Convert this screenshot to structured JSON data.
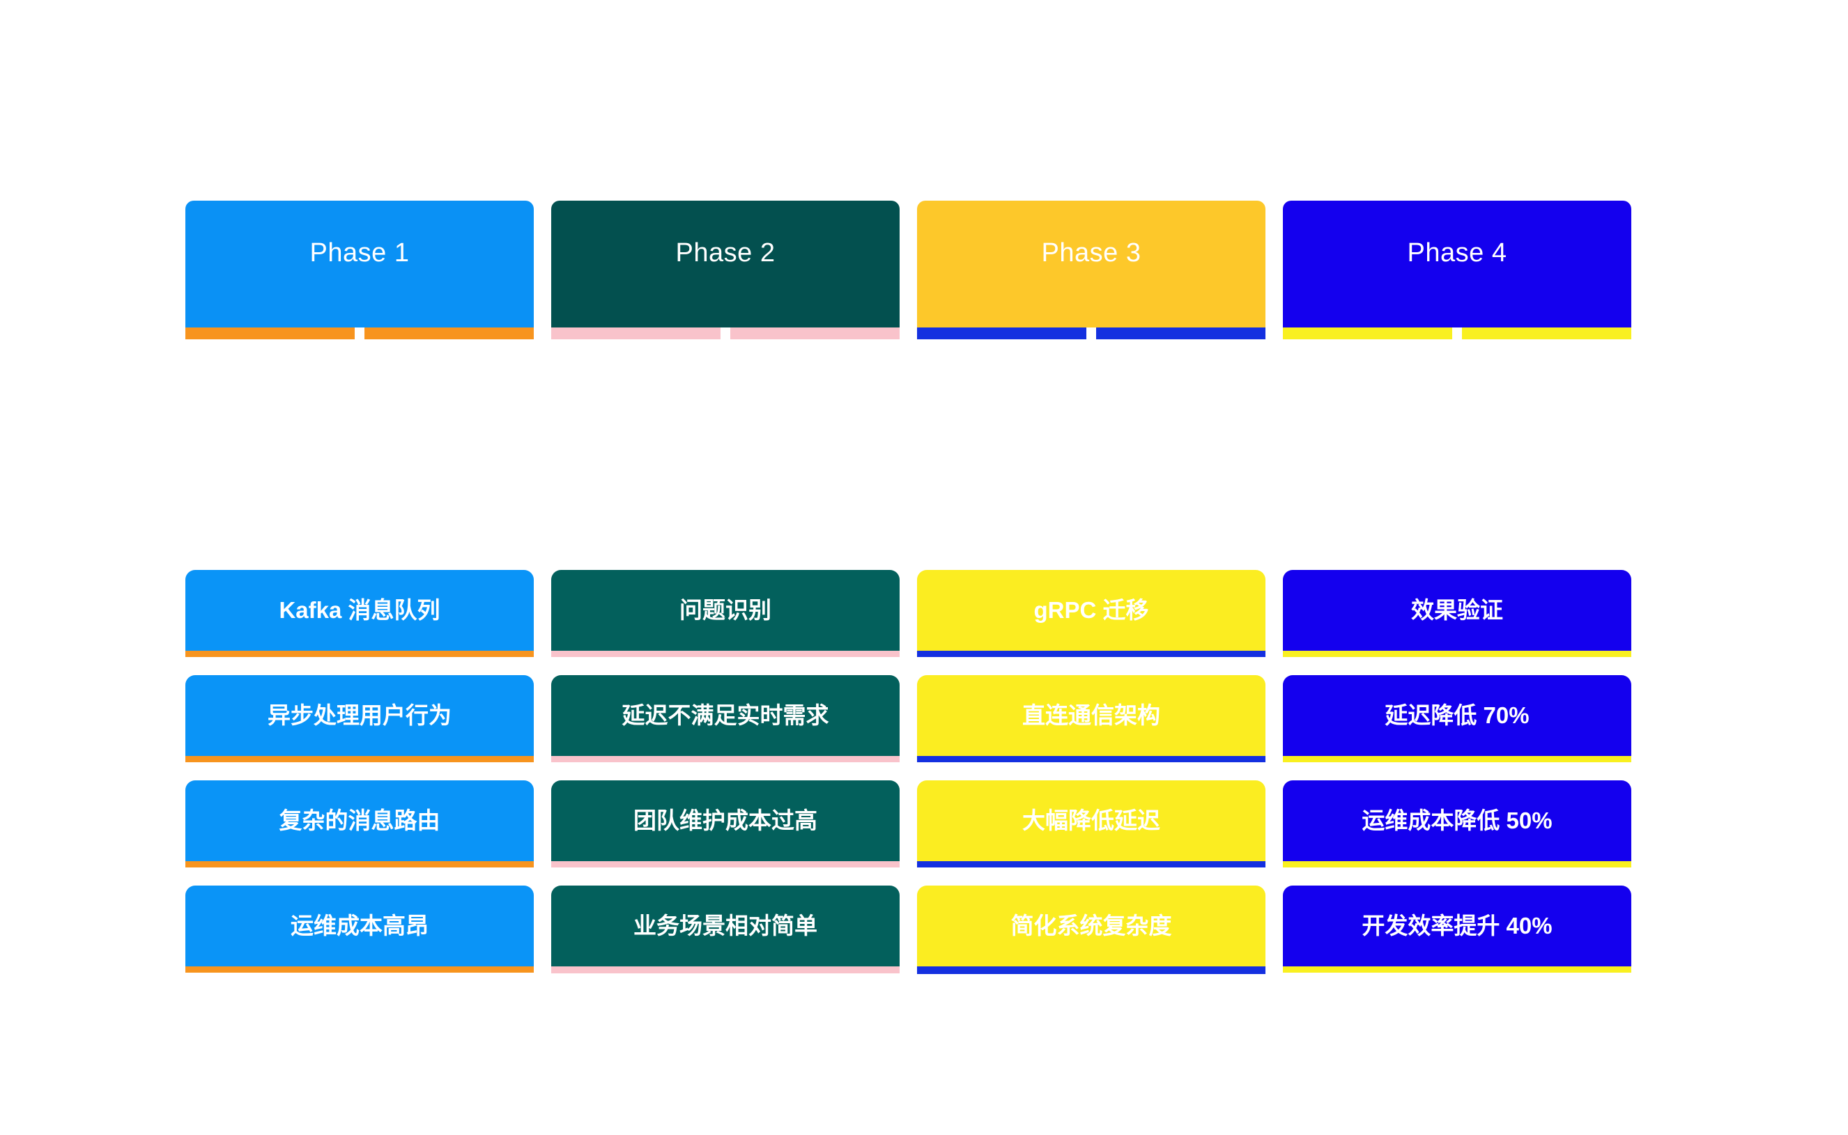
{
  "diagram": {
    "type": "phase-roadmap",
    "columns": 4,
    "rows_per_column": 4,
    "background": "#ffffff",
    "phases": [
      {
        "id": "phase-1",
        "title": "Phase 1",
        "header_color": "#0A91F5",
        "accent_color": "#F7941E",
        "card_color": "#0A94F7",
        "text_color": "#ffffff",
        "items": [
          "Kafka 消息队列",
          "异步处理用户行为",
          "复杂的消息路由",
          "运维成本高昂"
        ]
      },
      {
        "id": "phase-2",
        "title": "Phase 2",
        "header_color": "#03504F",
        "accent_color": "#F9C3CB",
        "card_color": "#03605C",
        "text_color": "#ffffff",
        "items": [
          "问题识别",
          "延迟不满足实时需求",
          "团队维护成本过高",
          "业务场景相对简单"
        ]
      },
      {
        "id": "phase-3",
        "title": "Phase 3",
        "header_color": "#FDC82A",
        "accent_color": "#1430E0",
        "card_color": "#FBED21",
        "text_color": "#ffffff",
        "items": [
          "gRPC 迁移",
          "直连通信架构",
          "大幅降低延迟",
          "简化系统复杂度"
        ]
      },
      {
        "id": "phase-4",
        "title": "Phase 4",
        "header_color": "#1400EE",
        "accent_color": "#F9F020",
        "card_color": "#1400EE",
        "text_color": "#ffffff",
        "items": [
          "效果验证",
          "延迟降低 70%",
          "运维成本降低 50%",
          "开发效率提升 40%"
        ]
      }
    ]
  }
}
